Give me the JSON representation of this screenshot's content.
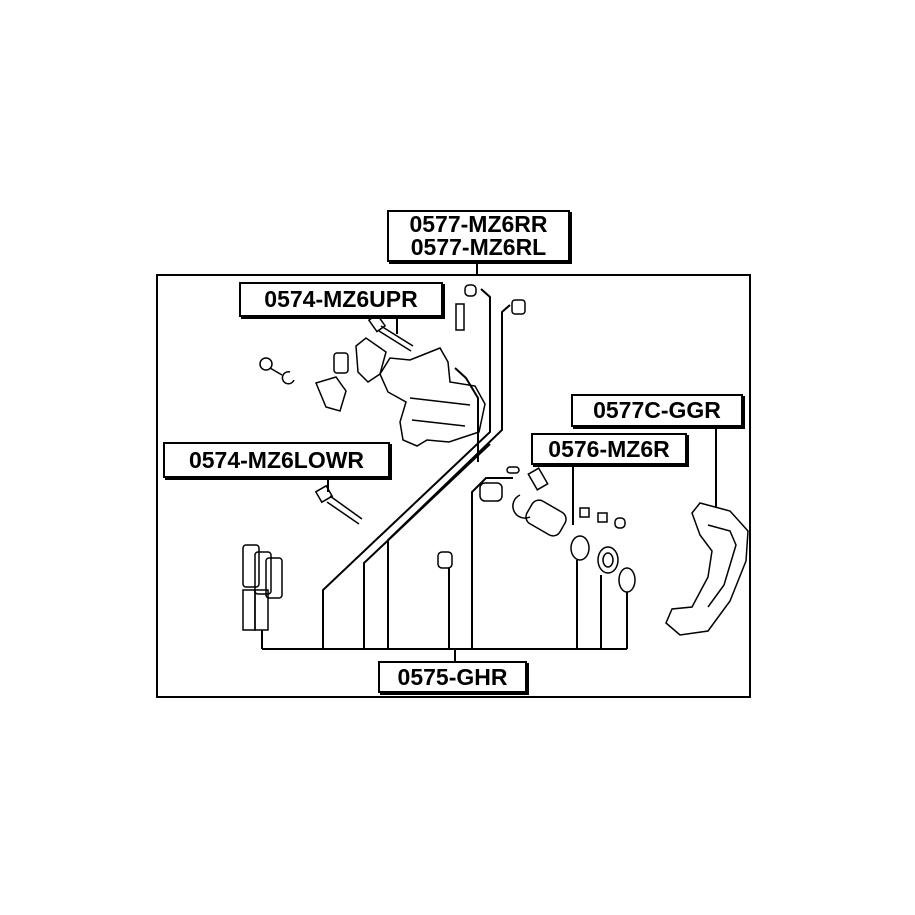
{
  "diagram": {
    "labels": {
      "caliper_right": "0577-MZ6RR",
      "caliper_left": "0577-MZ6RL",
      "upper_pin": "0574-MZ6UPR",
      "lower_pin": "0574-MZ6LOWR",
      "bracket": "0577C-GGR",
      "piston": "0576-MZ6R",
      "repair_kit": "0575-GHR"
    },
    "colors": {
      "line": "#000000",
      "background": "#ffffff"
    }
  }
}
